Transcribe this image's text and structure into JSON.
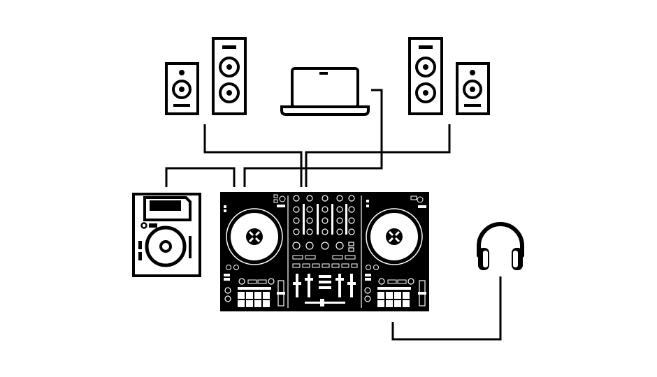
{
  "diagram": {
    "colors": {
      "ink": "#000000",
      "paper": "#ffffff",
      "background": "#ffffff"
    },
    "devices": [
      {
        "id": "speaker-small-left",
        "icon": "speaker-icon"
      },
      {
        "id": "speaker-tall-left",
        "icon": "speaker-icon"
      },
      {
        "id": "laptop",
        "icon": "laptop-icon"
      },
      {
        "id": "speaker-tall-right",
        "icon": "speaker-icon"
      },
      {
        "id": "speaker-small-right",
        "icon": "speaker-icon"
      },
      {
        "id": "cd-player",
        "icon": "cd-player-icon"
      },
      {
        "id": "dj-controller",
        "icon": "dj-controller-icon"
      },
      {
        "id": "headphones",
        "icon": "headphones-icon"
      }
    ],
    "connections": [
      {
        "from": "speaker-tall-left",
        "to": "dj-controller"
      },
      {
        "from": "speaker-tall-right",
        "to": "dj-controller"
      },
      {
        "from": "laptop",
        "to": "dj-controller"
      },
      {
        "from": "cd-player",
        "to": "dj-controller"
      },
      {
        "from": "headphones",
        "to": "dj-controller"
      }
    ]
  }
}
